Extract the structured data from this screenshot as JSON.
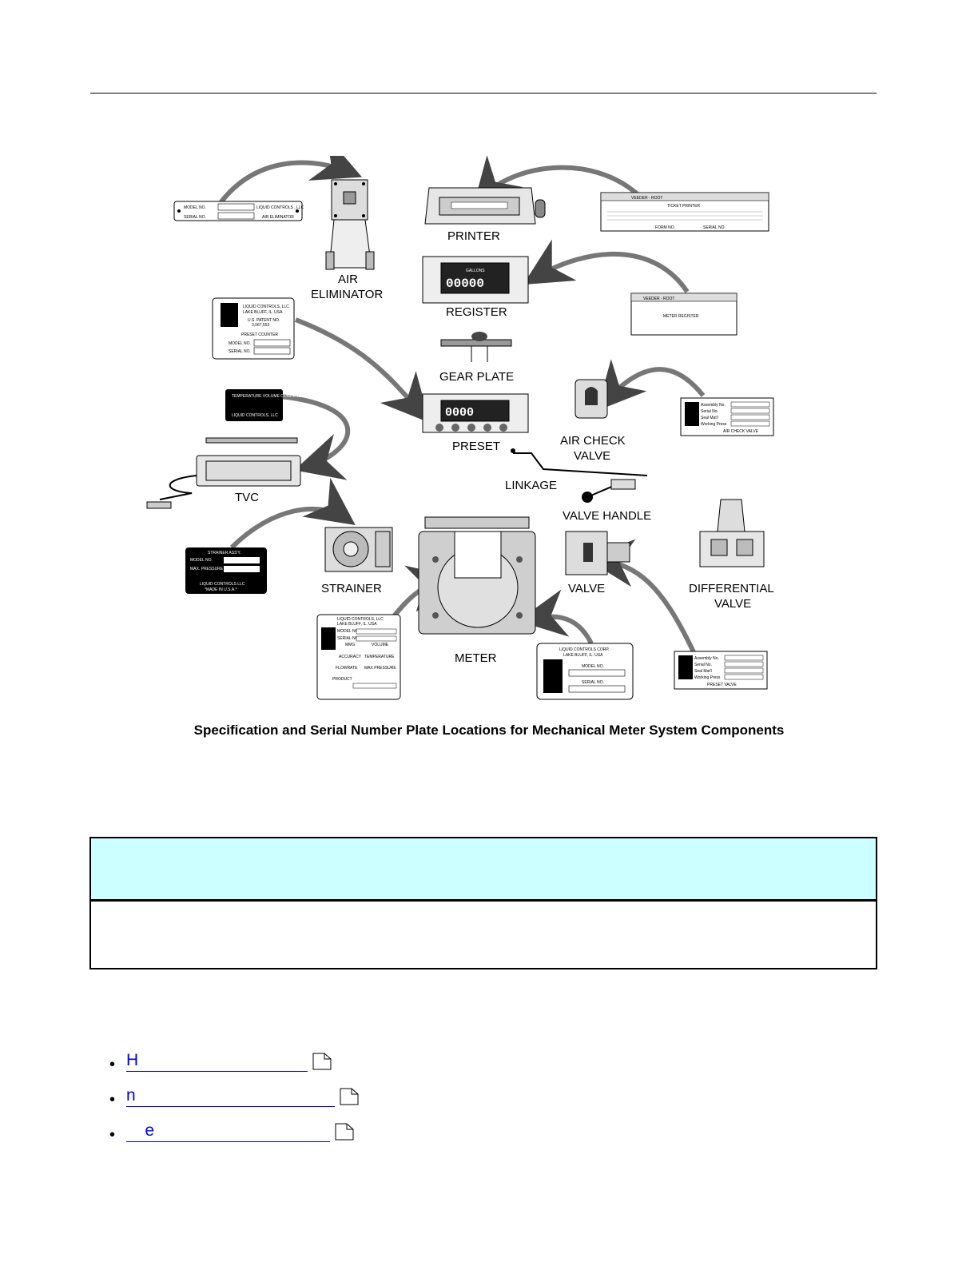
{
  "figure": {
    "labels": {
      "printer": "PRINTER",
      "air_eliminator_1": "AIR",
      "air_eliminator_2": "ELIMINATOR",
      "register": "REGISTER",
      "gear_plate": "GEAR PLATE",
      "preset": "PRESET",
      "air_check_valve_1": "AIR CHECK",
      "air_check_valve_2": "VALVE",
      "tvc": "TVC",
      "linkage": "LINKAGE",
      "valve_handle": "VALVE HANDLE",
      "strainer": "STRAINER",
      "valve": "VALVE",
      "differential_valve_1": "DIFFERENTIAL",
      "differential_valve_2": "VALVE",
      "meter": "METER"
    },
    "plates": {
      "air_elim_model": "MODEL NO.",
      "air_elim_serial": "SERIAL NO.",
      "air_elim_brand": "LIQUID CONTROLS , LLC",
      "air_elim_name": "AIR ELIMINATOR",
      "veeder_root": "VEEDER - ROOT",
      "ticket_printer": "TICKET PRINTER",
      "form_no": "FORM NO.",
      "serial_no": "SERIAL NO.",
      "meter_register": "METER REGISTER",
      "register_gallons": "GALLONS",
      "register_digits": "00000",
      "preset_digits": "0000",
      "preset_counter_brand": "LIQUID CONTROLS, LLC",
      "preset_counter_city": "LAKE BLUFF, IL. USA",
      "preset_counter_patent": "U.S. PATENT NO.",
      "preset_counter_patent_no": "3,067,553",
      "preset_counter_title": "PRESET COUNTER",
      "preset_counter_model": "MODEL NO.",
      "preset_counter_serial": "SERIAL NO.",
      "tvc_title": "TEMPERATURE VOLUME COMPENSATOR",
      "tvc_brand": "LIQUID CONTROLS, LLC",
      "assembly_no": "Assembly No.",
      "serial_no_lc": "Serial No.",
      "seal_matl": "Seal Mat'l",
      "working_press": "Working Press",
      "air_check_valve": "AIR CHECK VALVE",
      "preset_valve": "PRESET VALVE",
      "strainer_title": "STRAINER ASS'Y.",
      "strainer_model": "MODEL NO.",
      "strainer_pressure": "MAX. PRESSURE",
      "strainer_brand": "LIQUID CONTROLS LLC",
      "strainer_made": "*MADE IN U.S.A.*",
      "meter_brand": "LIQUID CONTROLS, LLC",
      "meter_city": "LAKE BLUFF, IL. USA",
      "meter_model": "MODEL NO.",
      "meter_serial": "SERIAL NO.",
      "meter_mmg": "MMG",
      "meter_volume": "VOLUME",
      "meter_accuracy": "ACCURACY",
      "meter_temperature": "TEMPERATURE",
      "meter_flowrate": "FLOWRATE",
      "meter_max_pressure": "MAX PRESSURE",
      "meter_product": "PRODUCT",
      "corp_brand": "LIQUID CONTROLS CORP.",
      "corp_city": "LAKE BLUFF, IL. USA",
      "corp_model": "MODEL NO.",
      "corp_serial": "SERIAL NO."
    }
  },
  "caption": "Specification and Serial Number Plate Locations for Mechanical Meter System Components",
  "links": [
    {
      "text": "H"
    },
    {
      "text": " n"
    },
    {
      "text": "    e"
    }
  ]
}
